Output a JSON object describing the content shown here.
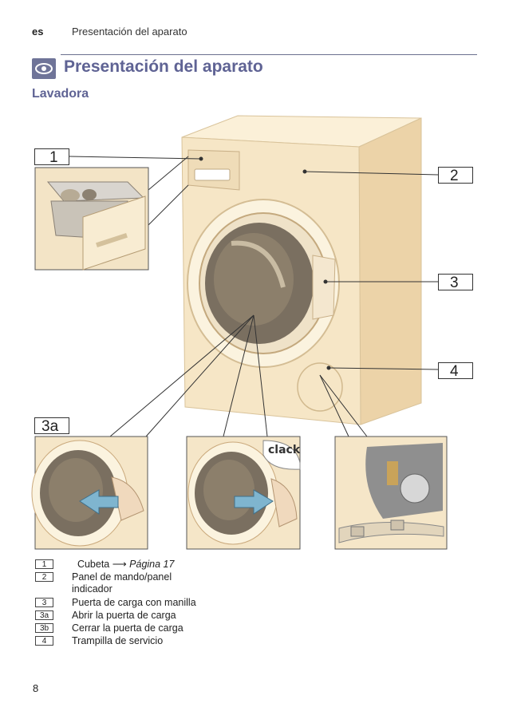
{
  "header": {
    "lang": "es",
    "title": "Presentación del aparato"
  },
  "section": {
    "title": "Presentación del aparato",
    "icon": "eye-icon"
  },
  "subtitle": "Lavadora",
  "callouts": {
    "c1": "1",
    "c2": "2",
    "c3": "3",
    "c4": "4",
    "c3a": "3a"
  },
  "clack_label": "clack",
  "legend": [
    {
      "key": "1",
      "text": "Cubeta",
      "arrow": "⟶",
      "ref": "Página 17"
    },
    {
      "key": "2",
      "text": "Panel de mando/panel indicador"
    },
    {
      "key": "3",
      "text": "Puerta de carga con manilla"
    },
    {
      "key": "3a",
      "text": "Abrir la puerta de carga"
    },
    {
      "key": "3b",
      "text": "Cerrar la puerta de carga"
    },
    {
      "key": "4",
      "text": "Trampilla de servicio"
    }
  ],
  "page_number": "8",
  "colors": {
    "accent": "#5f6394",
    "machine": "#f6e6c6",
    "drum": "#7a6f60"
  }
}
